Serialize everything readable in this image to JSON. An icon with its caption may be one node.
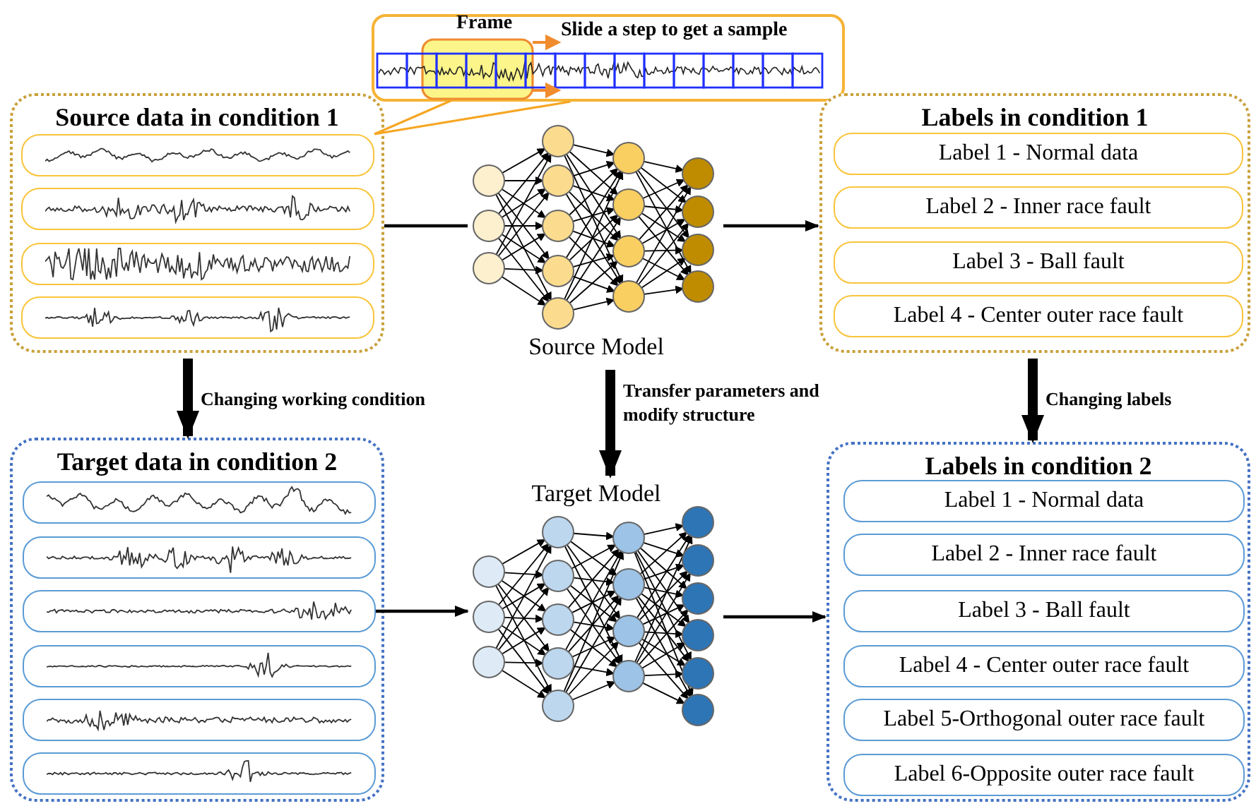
{
  "diagram": {
    "nodes": [
      {
        "text": [
          "Frame",
          "Slide a step to get a sample"
        ]
      },
      {
        "text": [
          "Source data in condition 1"
        ]
      },
      {
        "text": [],
        "shape": "box",
        "in": 1
      },
      {
        "text": [],
        "shape": "box",
        "in": 1
      },
      {
        "text": [],
        "shape": "box",
        "in": 1
      },
      {
        "text": [],
        "shape": "box",
        "in": 1
      },
      {
        "text": [
          "Source Model"
        ]
      },
      {
        "text": [
          "Labels in condition 1"
        ]
      },
      {
        "text": [
          "Label 1 - Normal data"
        ],
        "in": 7
      },
      {
        "text": [
          "Label 2 - Inner race fault"
        ],
        "in": 7
      },
      {
        "text": [
          "Label 3 - Ball fault"
        ],
        "in": 7
      },
      {
        "text": [
          "Label 4 - Center outer race fault"
        ],
        "in": 7
      },
      {
        "text": [
          "Target data in condition 2"
        ]
      },
      {
        "text": [],
        "shape": "box",
        "in": 12
      },
      {
        "text": [],
        "shape": "box",
        "in": 12
      },
      {
        "text": [],
        "shape": "box",
        "in": 12
      },
      {
        "text": [],
        "shape": "box",
        "in": 12
      },
      {
        "text": [],
        "shape": "box",
        "in": 12
      },
      {
        "text": [],
        "shape": "box",
        "in": 12
      },
      {
        "text": [
          "Target Model"
        ]
      },
      {
        "text": [
          "Labels in condition 2"
        ]
      },
      {
        "text": [
          "Label 1 - Normal data"
        ],
        "in": 20
      },
      {
        "text": [
          "Label 2 - Inner race fault"
        ],
        "in": 20
      },
      {
        "text": [
          "Label 3 - Ball fault"
        ],
        "in": 20
      },
      {
        "text": [
          "Label 4 - Center outer race fault"
        ],
        "in": 20
      },
      {
        "text": [
          "Label 5-Orthogonal outer race fault"
        ],
        "in": 20
      },
      {
        "text": [
          "Label 6-Opposite outer race fault"
        ],
        "in": 20
      }
    ],
    "edges": [
      {
        "from": 0,
        "to": 2,
        "arrow": "none",
        "color": "#f5a623"
      },
      {
        "from": 1,
        "to": 6,
        "arrow": "none"
      },
      {
        "from": 6,
        "to": 7,
        "arrow": "to"
      },
      {
        "from": 1,
        "to": 12,
        "arrow": "to",
        "style": "thick",
        "label": "Changing working condition"
      },
      {
        "from": 6,
        "to": 19,
        "arrow": "to",
        "style": "thick",
        "label": "Transfer parameters and modify structure"
      },
      {
        "from": 7,
        "to": 20,
        "arrow": "to",
        "style": "thick",
        "label": "Changing labels"
      },
      {
        "from": 15,
        "to": 19,
        "arrow": "to"
      },
      {
        "from": 19,
        "to": 20,
        "arrow": "to"
      }
    ]
  }
}
